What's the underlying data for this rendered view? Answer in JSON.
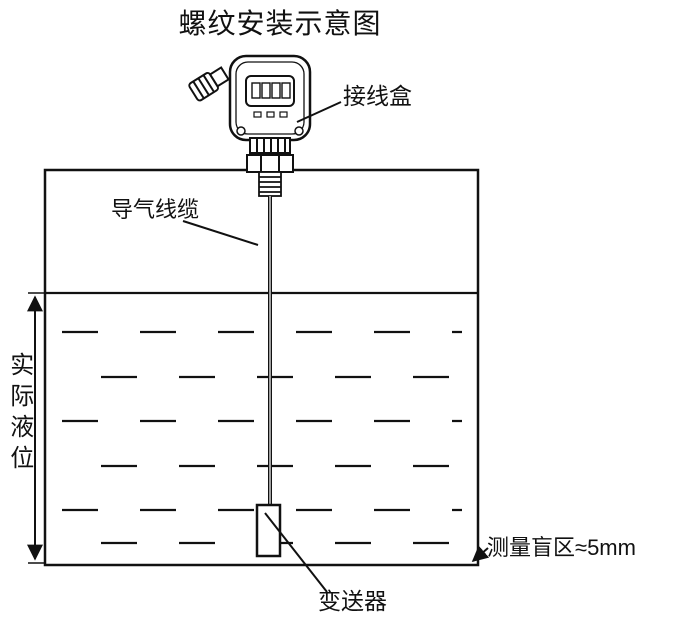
{
  "title": "螺纹安装示意图",
  "labels": {
    "junction_box": "接线盒",
    "vent_cable": "导气线缆",
    "actual_level": "实际液位",
    "transmitter": "变送器",
    "blind_zone": "测量盲区≈5mm"
  },
  "colors": {
    "line": "#111111",
    "background": "#ffffff"
  }
}
